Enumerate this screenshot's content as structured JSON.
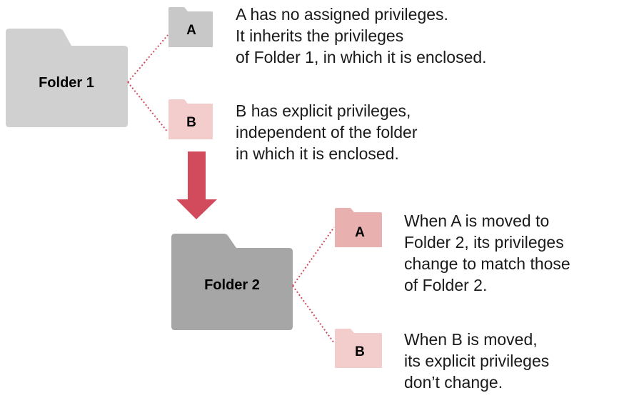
{
  "colors": {
    "folder1": "#d0d0d0",
    "folder2": "#a6a6a6",
    "file_a_top": "#c8c8c8",
    "file_b_top": "#f2cdcb",
    "file_a_bottom": "#e8b0ae",
    "file_b_bottom": "#f2cdcb",
    "arrow": "#d14b5c",
    "connector": "#d14b5c"
  },
  "top": {
    "folder_label": "Folder 1",
    "file_a_label": "A",
    "file_b_label": "B",
    "text_a": [
      "A has no assigned privileges.",
      "It inherits the privileges",
      "of Folder 1, in which it is enclosed."
    ],
    "text_b": [
      "B has explicit privileges,",
      "independent of the folder",
      "in which it is enclosed."
    ]
  },
  "bottom": {
    "folder_label": "Folder 2",
    "file_a_label": "A",
    "file_b_label": "B",
    "text_a": [
      "When A is moved to",
      "Folder 2, its privileges",
      "change to match those",
      "of Folder 2."
    ],
    "text_b": [
      "When B is moved,",
      "its explicit privileges",
      "don’t change."
    ]
  },
  "arrow_icon": "down-arrow-icon"
}
